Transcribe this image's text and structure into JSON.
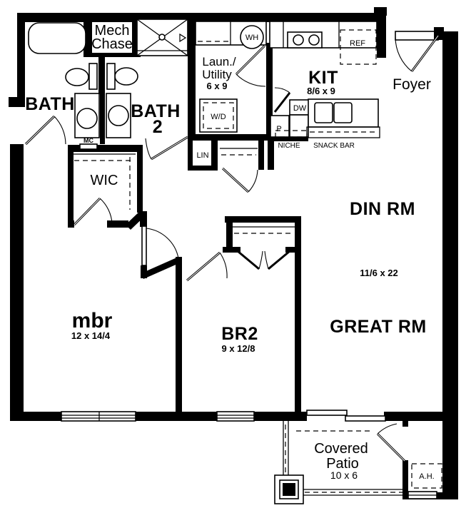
{
  "plan": {
    "colors": {
      "wall": "#000000",
      "background": "#ffffff"
    },
    "rooms": {
      "bath": {
        "label": "BATH"
      },
      "bath2": {
        "line1": "BATH",
        "line2": "2"
      },
      "mech": {
        "line1": "Mech",
        "line2": "Chase"
      },
      "laundry": {
        "line1": "Laun./",
        "line2": "Utility",
        "dim": "6 x 9"
      },
      "kitchen": {
        "label": "KIT",
        "dim": "8/6 x 9"
      },
      "foyer": {
        "label": "Foyer"
      },
      "wic": {
        "label": "WIC"
      },
      "din": {
        "label": "DIN RM",
        "dim": "11/6 x 22"
      },
      "mbr": {
        "label": "mbr",
        "dim": "12 x 14/4"
      },
      "br2": {
        "label": "BR2",
        "dim": "9 x 12/8"
      },
      "great": {
        "label": "GREAT RM"
      },
      "patio": {
        "line1": "Covered",
        "line2": "Patio",
        "dim": "10 x 6"
      },
      "ah": {
        "label": "A.H."
      }
    },
    "fixtures": {
      "wh": "WH",
      "wd": "W/D",
      "mc": "MC",
      "lin": "LIN",
      "p": "P",
      "dw": "DW",
      "ref": "REF",
      "niche": "NICHE",
      "snack_bar": "SNACK BAR"
    }
  }
}
